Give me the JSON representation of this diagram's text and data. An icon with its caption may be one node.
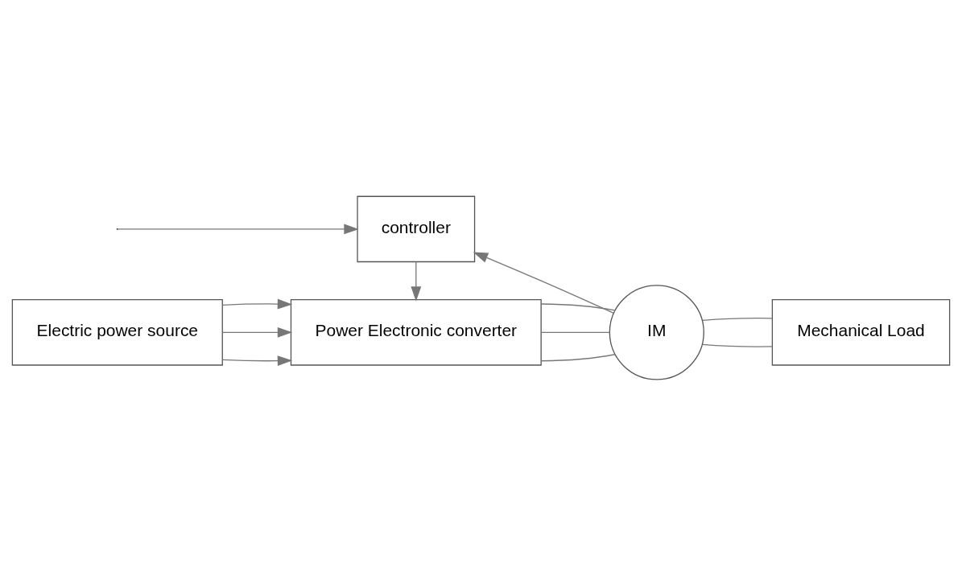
{
  "diagram": {
    "nodes": [
      {
        "text": [
          "Electric power source"
        ]
      },
      {
        "text": [
          "Power Electronic converter"
        ]
      },
      {
        "text": [
          "IM"
        ]
      },
      {
        "text": [
          "Mechanical Load"
        ]
      },
      {
        "text": [
          "controller"
        ]
      }
    ],
    "edges": [
      {
        "from": 0,
        "to": 1,
        "arrow": "to"
      },
      {
        "from": 0,
        "to": 1,
        "arrow": "to"
      },
      {
        "from": 0,
        "to": 1,
        "arrow": "to"
      },
      {
        "from": 1,
        "to": 2,
        "arrow": "none"
      },
      {
        "from": 1,
        "to": 2,
        "arrow": "none"
      },
      {
        "from": 1,
        "to": 2,
        "arrow": "none"
      },
      {
        "from": 2,
        "to": 3,
        "arrow": "none"
      },
      {
        "from": 2,
        "to": 3,
        "arrow": "none"
      },
      {
        "from": 2,
        "to": 4,
        "arrow": "to"
      },
      {
        "from": 4,
        "to": 1,
        "arrow": "to"
      },
      {
        "from": null,
        "to": 4,
        "arrow": "to"
      }
    ]
  }
}
